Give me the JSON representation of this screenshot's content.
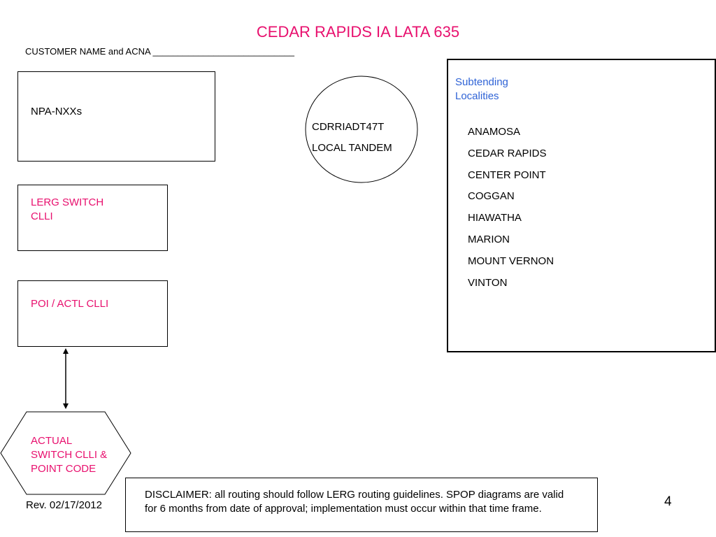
{
  "title": "CEDAR RAPIDS IA LATA 635",
  "customer_line": "CUSTOMER NAME and ACNA ____________________________",
  "npa_box": {
    "label": "NPA-NXXs"
  },
  "lerg_box": {
    "label_line1": "LERG SWITCH",
    "label_line2": "CLLI"
  },
  "poi_box": {
    "label": "POI / ACTL CLLI"
  },
  "tandem": {
    "clli": "CDRRIADT47T",
    "label": "LOCAL TANDEM"
  },
  "actual_switch": {
    "line1": "ACTUAL",
    "line2": "SWITCH CLLI &",
    "line3": "POINT CODE"
  },
  "subtending": {
    "heading_line1": "Subtending",
    "heading_line2": "Localities",
    "localities": [
      "ANAMOSA",
      "CEDAR RAPIDS",
      "CENTER POINT",
      "COGGAN",
      "HIAWATHA",
      "MARION",
      "MOUNT VERNON",
      "VINTON"
    ]
  },
  "revision": "Rev. 02/17/2012",
  "disclaimer": "DISCLAIMER: all routing should follow LERG routing guidelines. SPOP diagrams are valid for 6 months from date of approval; implementation must occur within that time frame.",
  "page_number": "4",
  "colors": {
    "title": "#e8106e",
    "heading": "#2f63d6",
    "text": "#000000"
  }
}
